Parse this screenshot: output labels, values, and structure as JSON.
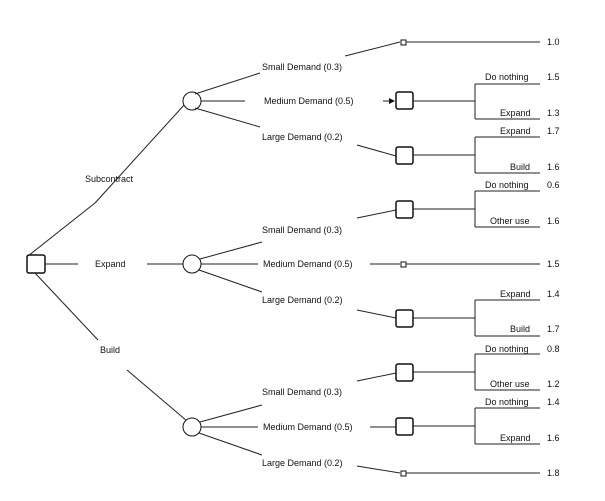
{
  "root": {
    "alternatives": [
      "Subcontract",
      "Expand",
      "Build"
    ]
  },
  "branches": [
    {
      "name": "Subcontract",
      "outcomes": [
        {
          "label": "Small Demand (0.3)",
          "payoff": "1.0"
        },
        {
          "label": "Medium Demand (0.5)",
          "decision": [
            {
              "label": "Do nothing",
              "payoff": "1.5"
            },
            {
              "label": "Expand",
              "payoff": "1.3"
            }
          ]
        },
        {
          "label": "Large Demand (0.2)",
          "decision": [
            {
              "label": "Expand",
              "payoff": "1.7"
            },
            {
              "label": "Build",
              "payoff": "1.6"
            }
          ]
        }
      ]
    },
    {
      "name": "Expand",
      "outcomes": [
        {
          "label": "Small Demand (0.3)",
          "decision": [
            {
              "label": "Do nothing",
              "payoff": "0.6"
            },
            {
              "label": "Other use",
              "payoff": "1.6"
            }
          ]
        },
        {
          "label": "Medium Demand (0.5)",
          "payoff": "1.5"
        },
        {
          "label": "Large Demand (0.2)",
          "decision": [
            {
              "label": "Expand",
              "payoff": "1.4"
            },
            {
              "label": "Build",
              "payoff": "1.7"
            }
          ]
        }
      ]
    },
    {
      "name": "Build",
      "outcomes": [
        {
          "label": "Small Demand (0.3)",
          "decision": [
            {
              "label": "Do nothing",
              "payoff": "0.8"
            },
            {
              "label": "Other use",
              "payoff": "1.2"
            }
          ]
        },
        {
          "label": "Medium Demand (0.5)",
          "decision": [
            {
              "label": "Do nothing",
              "payoff": "1.4"
            },
            {
              "label": "Expand",
              "payoff": "1.6"
            }
          ]
        },
        {
          "label": "Large Demand (0.2)",
          "payoff": "1.8"
        }
      ]
    }
  ]
}
